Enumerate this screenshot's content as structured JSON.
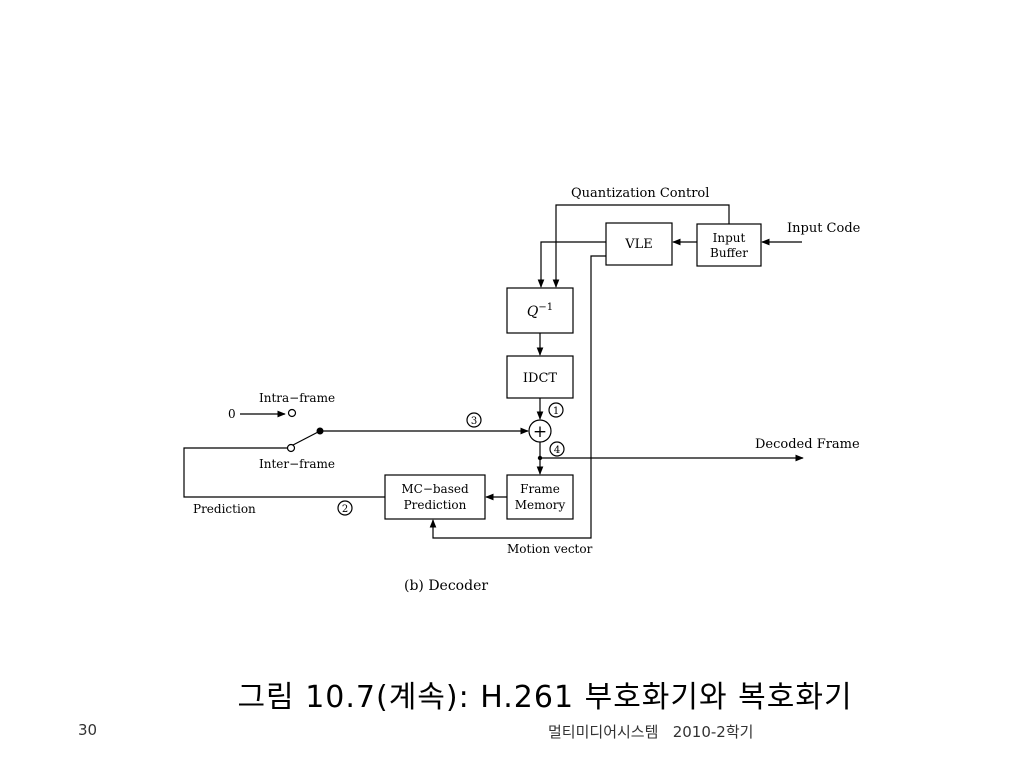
{
  "diagram": {
    "labels": {
      "quantization_control": "Quantization Control",
      "input_code": "Input Code",
      "vle": "VLE",
      "input_buffer_line1": "Input",
      "input_buffer_line2": "Buffer",
      "q_inverse": "Q",
      "q_inverse_sup": "−1",
      "idct": "IDCT",
      "intra_frame": "Intra−frame",
      "inter_frame": "Inter−frame",
      "zero": "0",
      "decoded_frame": "Decoded Frame",
      "mc_line1": "MC−based",
      "mc_line2": "Prediction",
      "frame_memory_line1": "Frame",
      "frame_memory_line2": "Memory",
      "prediction": "Prediction",
      "motion_vector": "Motion vector",
      "subcaption": "(b)  Decoder",
      "plus": "+",
      "marker_1": "1",
      "marker_2": "2",
      "marker_3": "3",
      "marker_4": "4"
    }
  },
  "slide": {
    "title": "그림 10.7(계속): H.261 부호화기와 복호화기",
    "page_number": "30",
    "footer": "멀티미디어시스템   2010-2학기"
  }
}
